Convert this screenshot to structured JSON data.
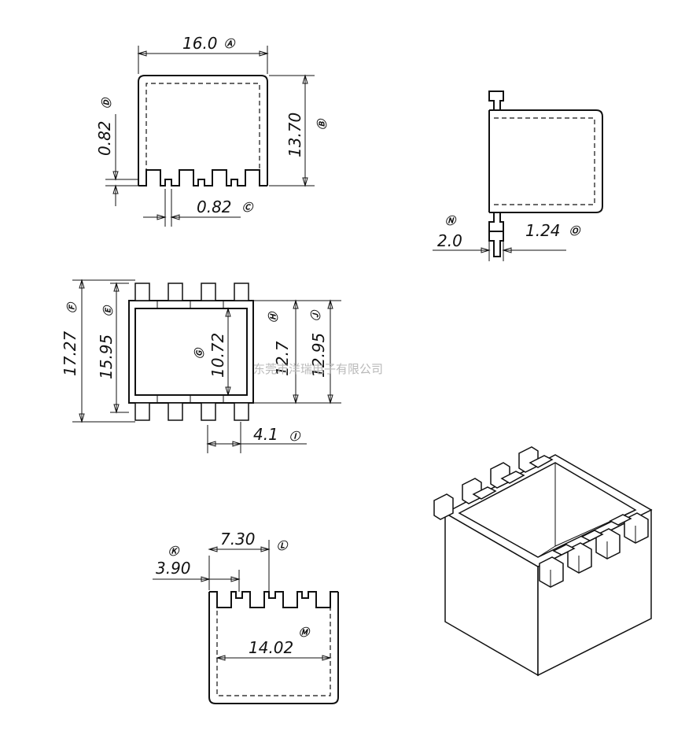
{
  "dimensions": {
    "A": "16.0",
    "B": "13.70",
    "C": "0.82",
    "D": "0.82",
    "E": "15.95",
    "F": "17.27",
    "G": "10.72",
    "H": "12.7",
    "I": "4.1",
    "J": "12.95",
    "K": "3.90",
    "L": "7.30",
    "M": "14.02",
    "N": "2.0",
    "O": "1.24"
  },
  "labels": {
    "A": "Ⓐ",
    "B": "Ⓑ",
    "C": "Ⓒ",
    "D": "Ⓓ",
    "E": "Ⓔ",
    "F": "Ⓕ",
    "G": "Ⓖ",
    "H": "Ⓗ",
    "I": "Ⓘ",
    "J": "Ⓙ",
    "K": "Ⓚ",
    "L": "Ⓛ",
    "M": "Ⓜ",
    "N": "Ⓝ",
    "O": "Ⓞ"
  },
  "watermark": "东莞市洋瑞电子有限公司"
}
